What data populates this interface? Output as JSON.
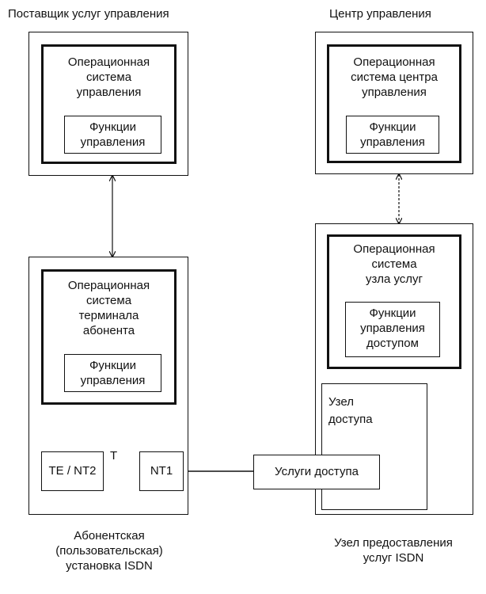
{
  "left": {
    "title": "Поставщик услуг управления",
    "os_box": "Операционная\nсистема\nуправления",
    "func_box": "Функции\nуправления",
    "terminal_os_box": "Операционная\nсистема\nтерминала\nабонента",
    "terminal_func_box": "Функции\nуправления",
    "te_nt2": "TE / NT2",
    "t_point": "T",
    "nt1": "NT1",
    "caption": "Абонентская\n(пользовательская)\nустановка ISDN"
  },
  "right": {
    "title": "Центр управления",
    "os_box": "Операционная\nсистема центра\nуправления",
    "func_box": "Функции\nуправления",
    "node_os_box": "Операционная\nсистема\nузла услуг",
    "node_func_box": "Функции\nуправления\nдоступом",
    "access_node": "Узел\nдоступа",
    "caption": "Узел предоставления\nуслуг ISDN"
  },
  "access_services": "Услуги доступа"
}
